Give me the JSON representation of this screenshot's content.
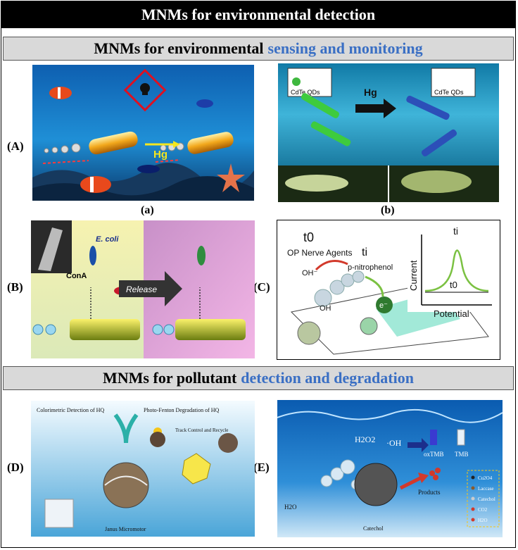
{
  "title": "MNMs for environmental detection",
  "section1": {
    "prefix": "MNMs for environmental",
    "highlight": "sensing and monitoring"
  },
  "section2": {
    "prefix": "MNMs for pollutant",
    "highlight": "detection and degradation"
  },
  "row_labels": {
    "A": "(A)",
    "B": "(B)",
    "C": "(C)",
    "D": "(D)",
    "E": "(E)"
  },
  "sub_labels": {
    "a": "(a)",
    "b": "(b)"
  },
  "panelA": {
    "hg": "Hg"
  },
  "panelAb": {
    "qd_left": "CdTe QDs",
    "qd_right": "CdTe QDs",
    "hg": "Hg"
  },
  "panelB": {
    "ecoli": "E. coli",
    "cona": "ConA",
    "release": "Release"
  },
  "panelC": {
    "t0_top": "t0",
    "agents": "OP Nerve Agents",
    "ti_top": "ti",
    "pnp": "p-nitrophenol",
    "oh1": "OH⁻",
    "oh2": "OH",
    "e": "e⁻",
    "current": "Current",
    "potential": "Potential",
    "ti_peak": "ti",
    "t0_peak": "t0"
  },
  "panelD": {
    "colorimetric": "Colorimetric Detection of HQ",
    "photofenton": "Photo-Fenton Degradation of HQ",
    "track": "Track Control and Recycle",
    "janus": "Janus Micromotor"
  },
  "panelE": {
    "h2o2": "H2O2",
    "oh": "·OH",
    "oxtmb": "oxTMB",
    "tmb": "TMB",
    "products": "Products",
    "catechol": "Catechol",
    "h2o": "H2O",
    "legend": [
      "Cu2O4",
      "Laccase",
      "Catechol",
      "CO2",
      "H2O"
    ]
  }
}
